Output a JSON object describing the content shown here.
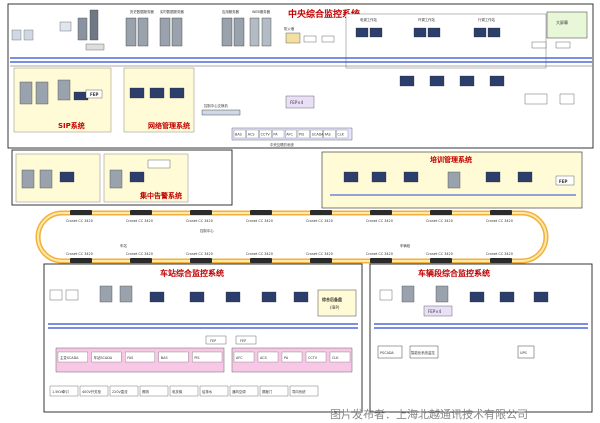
{
  "colors": {
    "border": "#222222",
    "title": "#c00000",
    "ring": "#f2b13c",
    "ring_inner": "#fde9a8",
    "bus": "#2a4bd7",
    "sub_bg": "#fffbd6",
    "pink_bg": "#f7c8e6",
    "lav_bg": "#d9d9f0",
    "green_bg": "#ddf0c8",
    "watermark": "#888888"
  },
  "central": {
    "title": "中央综合监控系统",
    "sip": "SIP系统",
    "net": "网络管理系统",
    "alarm": "集中告警系统",
    "fep": "FEP",
    "big_screen": "大屏幕",
    "center_switch": "控制中心交换机",
    "center_fep": "FEP×4",
    "backbone": "中央互联的系统",
    "ifaces": [
      "BAS",
      "ACS",
      "CCTV",
      "PA",
      "AFC",
      "PIS",
      "SCADA",
      "FAS",
      "CLK"
    ],
    "devices": {
      "hist_server": "历史数据服务器",
      "rt_server": "实时数据服务器",
      "app_server": "应用服务器",
      "web_server": "WEB服务器",
      "firewall": "防火墙",
      "ops_station": "电调工作站",
      "env_station": "环调工作站",
      "dispatch_station": "行调工作站"
    }
  },
  "training": {
    "title": "培训管理系统",
    "fep": "FEP"
  },
  "ring": {
    "label": "Cronet CC 3420",
    "center_node": "控制中心",
    "station_node": "车站",
    "depot_node": "车辆段"
  },
  "station": {
    "title": "车站综合监控系统",
    "ibp": "综合后备盘",
    "ibp_sub": "(IBP)",
    "fep_left": "FEP",
    "fep_right": "FEP",
    "ifaces_left": [
      "主变SCADA",
      "车站SCADA",
      "FAS",
      "BAS",
      "PIS"
    ],
    "ifaces_right": [
      "AFC",
      "ACS",
      "PA",
      "CCTV",
      "CLK"
    ],
    "bottom_items": [
      "1.5KV牵引",
      "400V开关柜",
      "220V直流",
      "照明",
      "电扶梯",
      "给排水",
      "通风空调",
      "屏蔽门",
      "导向系统"
    ]
  },
  "depot": {
    "title": "车辆段综合监控系统",
    "fep": "FEP×4",
    "scada": "PSCADA",
    "bas": "智能化系统监控",
    "ups": "UPS"
  },
  "watermark": "图片发布者：上海北越通讯技术有限公司"
}
